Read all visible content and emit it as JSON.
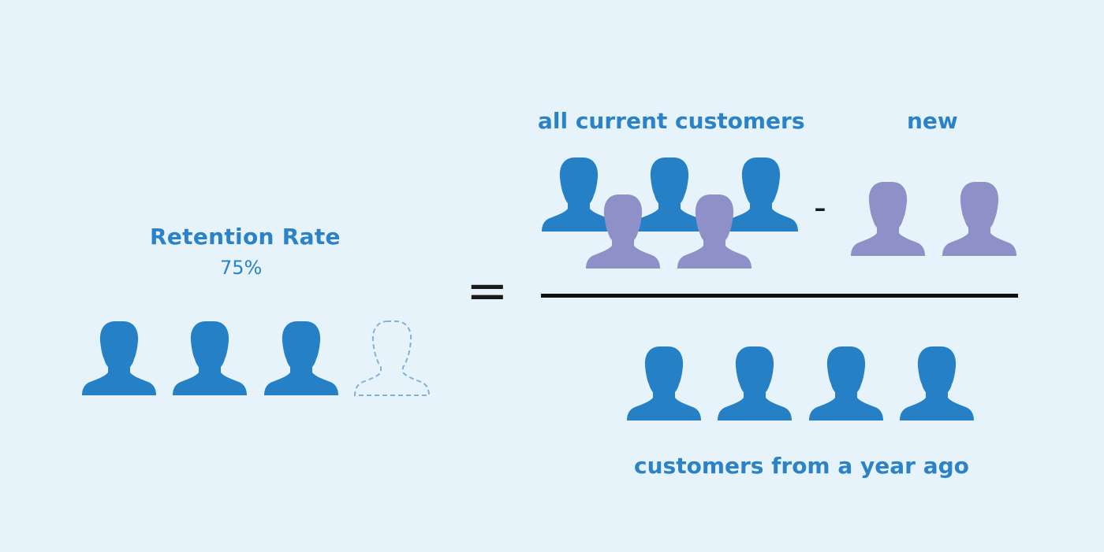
{
  "retention": {
    "title": "Retention Rate",
    "value": "75%",
    "retained_count": 3,
    "lost_count": 1
  },
  "formula": {
    "equals": "=",
    "minus": "-",
    "numerator_label": "all current customers",
    "subtract_label": "new",
    "denominator_label": "customers from a year ago",
    "all_current_customers": {
      "existing": 3,
      "new": 2
    },
    "new_customers": 2,
    "customers_year_ago": 4
  },
  "colors": {
    "background": "#e7f3fb",
    "existing_customer": "#2680c5",
    "new_customer": "#8e90c7",
    "lost_customer_outline": "#7fb3dd",
    "label_text": "#2b82c6",
    "operator": "#111111"
  },
  "icons": {
    "existing": "person-silhouette-icon",
    "new": "person-silhouette-icon",
    "lost": "person-outline-dashed-icon"
  }
}
